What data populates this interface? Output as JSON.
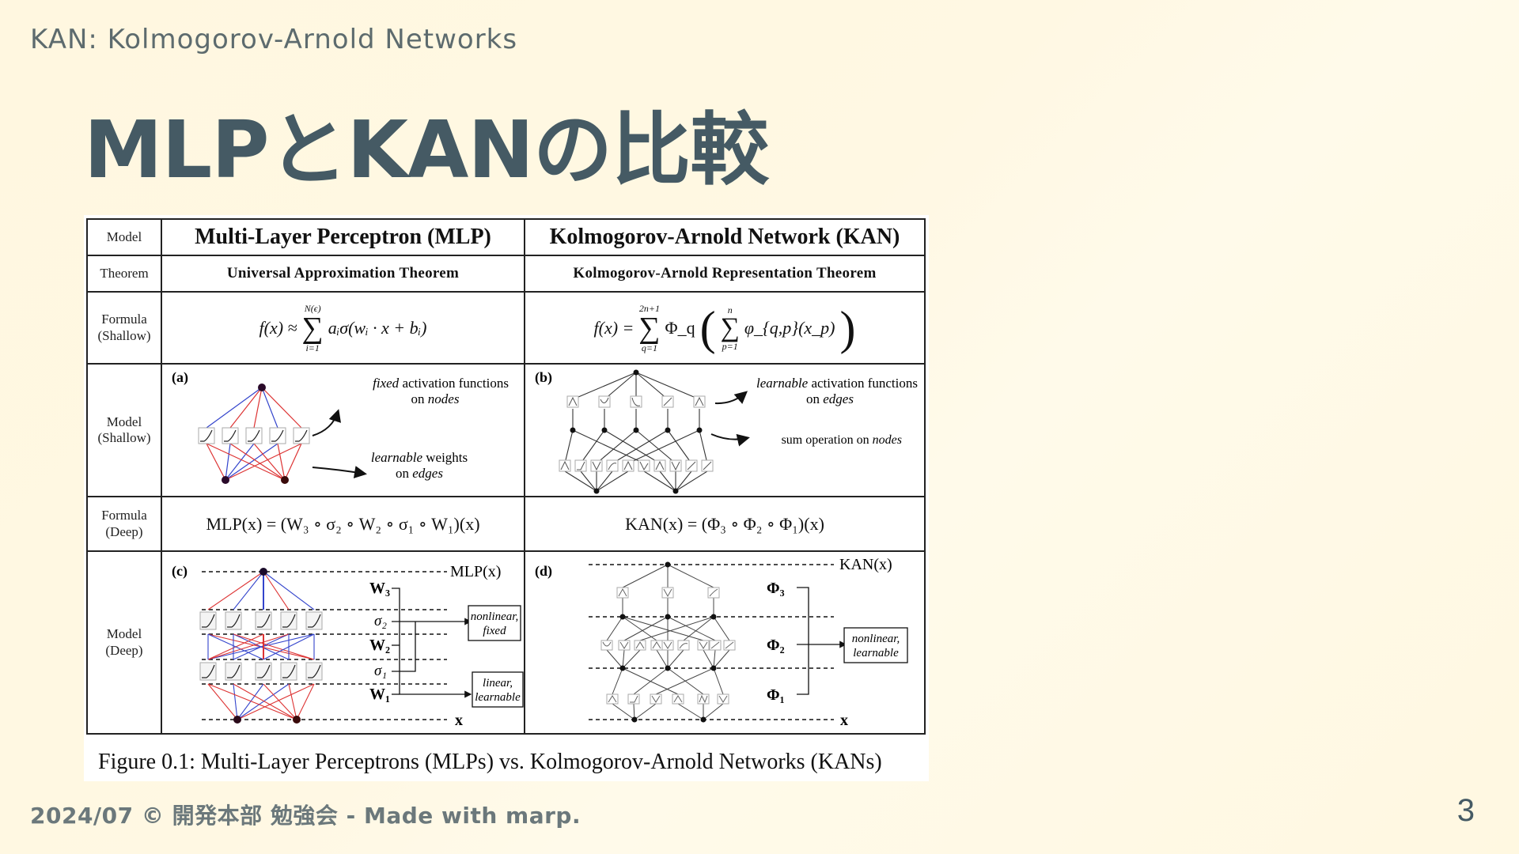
{
  "slide": {
    "header": "KAN: Kolmogorov-Arnold Networks",
    "title": "MLPとKANの比較",
    "footer": "2024/07 © 開発本部 勉強会 - Made with marp.",
    "page_number": "3",
    "colors": {
      "background": "#fff8e1",
      "title": "#455a64",
      "header": "#5d6b6e",
      "footer": "#6b787b"
    }
  },
  "figure": {
    "caption": "Figure 0.1: Multi-Layer Perceptrons (MLPs) vs. Kolmogorov-Arnold Networks (KANs)",
    "rows": [
      {
        "label": "Model",
        "mlp": "Multi-Layer Perceptron (MLP)",
        "kan": "Kolmogorov-Arnold Network (KAN)"
      },
      {
        "label": "Theorem",
        "mlp": "Universal Approximation Theorem",
        "kan": "Kolmogorov-Arnold Representation Theorem"
      },
      {
        "label": "Formula (Shallow)",
        "mlp": "f(x) ≈ Σ_{i=1}^{N(ε)} a_i σ(w_i · x + b_i)",
        "kan": "f(x) = Σ_{q=1}^{2n+1} Φ_q ( Σ_{p=1}^{n} φ_{q,p}(x_p) )"
      },
      {
        "label": "Model (Shallow)",
        "mlp": "(a)",
        "kan": "(b)"
      },
      {
        "label": "Formula (Deep)",
        "mlp": "MLP(x) = (W3 ∘ σ2 ∘ W2 ∘ σ1 ∘ W1)(x)",
        "kan": "KAN(x) = (Φ3 ∘ Φ2 ∘ Φ1)(x)"
      },
      {
        "label": "Model (Deep)",
        "mlp": "(c)",
        "kan": "(d)"
      }
    ],
    "row_labels": {
      "model": "Model",
      "theorem": "Theorem",
      "formula_shallow_1": "Formula",
      "formula_shallow_2": "(Shallow)",
      "model_shallow_1": "Model",
      "model_shallow_2": "(Shallow)",
      "formula_deep_1": "Formula",
      "formula_deep_2": "(Deep)",
      "model_deep_1": "Model",
      "model_deep_2": "(Deep)"
    },
    "mlp": {
      "name": "Multi-Layer Perceptron (MLP)",
      "theorem": "Universal Approximation Theorem",
      "shallow_formula": {
        "lhs": "f(x) ≈",
        "sum_upper": "N(ϵ)",
        "sum_lower": "i=1",
        "body": "aᵢσ(wᵢ · x + bᵢ)"
      },
      "deep_formula": "MLP(x) = (W₃ ∘ σ₂ ∘ W₂ ∘ σ₁ ∘ W₁)(x)",
      "panel_a": {
        "tag": "(a)",
        "annotation_top_1": "fixed",
        "annotation_top_2": " activation functions",
        "annotation_top_3": "on ",
        "annotation_top_4": "nodes",
        "annotation_bottom_1": "learnable",
        "annotation_bottom_2": " weights",
        "annotation_bottom_3": "on ",
        "annotation_bottom_4": "edges"
      },
      "panel_c": {
        "tag": "(c)",
        "output_label": "MLP(x)",
        "input_label": "x",
        "layers": [
          "W₃",
          "σ₂",
          "W₂",
          "σ₁",
          "W₁"
        ],
        "box_nonlinear_1": "nonlinear,",
        "box_nonlinear_2": "fixed",
        "box_linear_1": "linear,",
        "box_linear_2": "learnable"
      }
    },
    "kan": {
      "name": "Kolmogorov-Arnold Network (KAN)",
      "theorem": "Kolmogorov-Arnold Representation Theorem",
      "shallow_formula": {
        "lhs": "f(x) =",
        "outer_upper": "2n+1",
        "outer_lower": "q=1",
        "outer_fn": "Φ_q",
        "inner_upper": "n",
        "inner_lower": "p=1",
        "inner_fn": "φ_{q,p}(x_p)"
      },
      "deep_formula": "KAN(x) = (Φ₃ ∘ Φ₂ ∘ Φ₁)(x)",
      "panel_b": {
        "tag": "(b)",
        "annotation_top_1": "learnable",
        "annotation_top_2": " activation functions",
        "annotation_top_3": "on ",
        "annotation_top_4": "edges",
        "annotation_bottom_1": "sum operation on ",
        "annotation_bottom_2": "nodes"
      },
      "panel_d": {
        "tag": "(d)",
        "output_label": "KAN(x)",
        "input_label": "x",
        "layers": [
          "Φ₃",
          "Φ₂",
          "Φ₁"
        ],
        "box_1": "nonlinear,",
        "box_2": "learnable"
      }
    }
  }
}
